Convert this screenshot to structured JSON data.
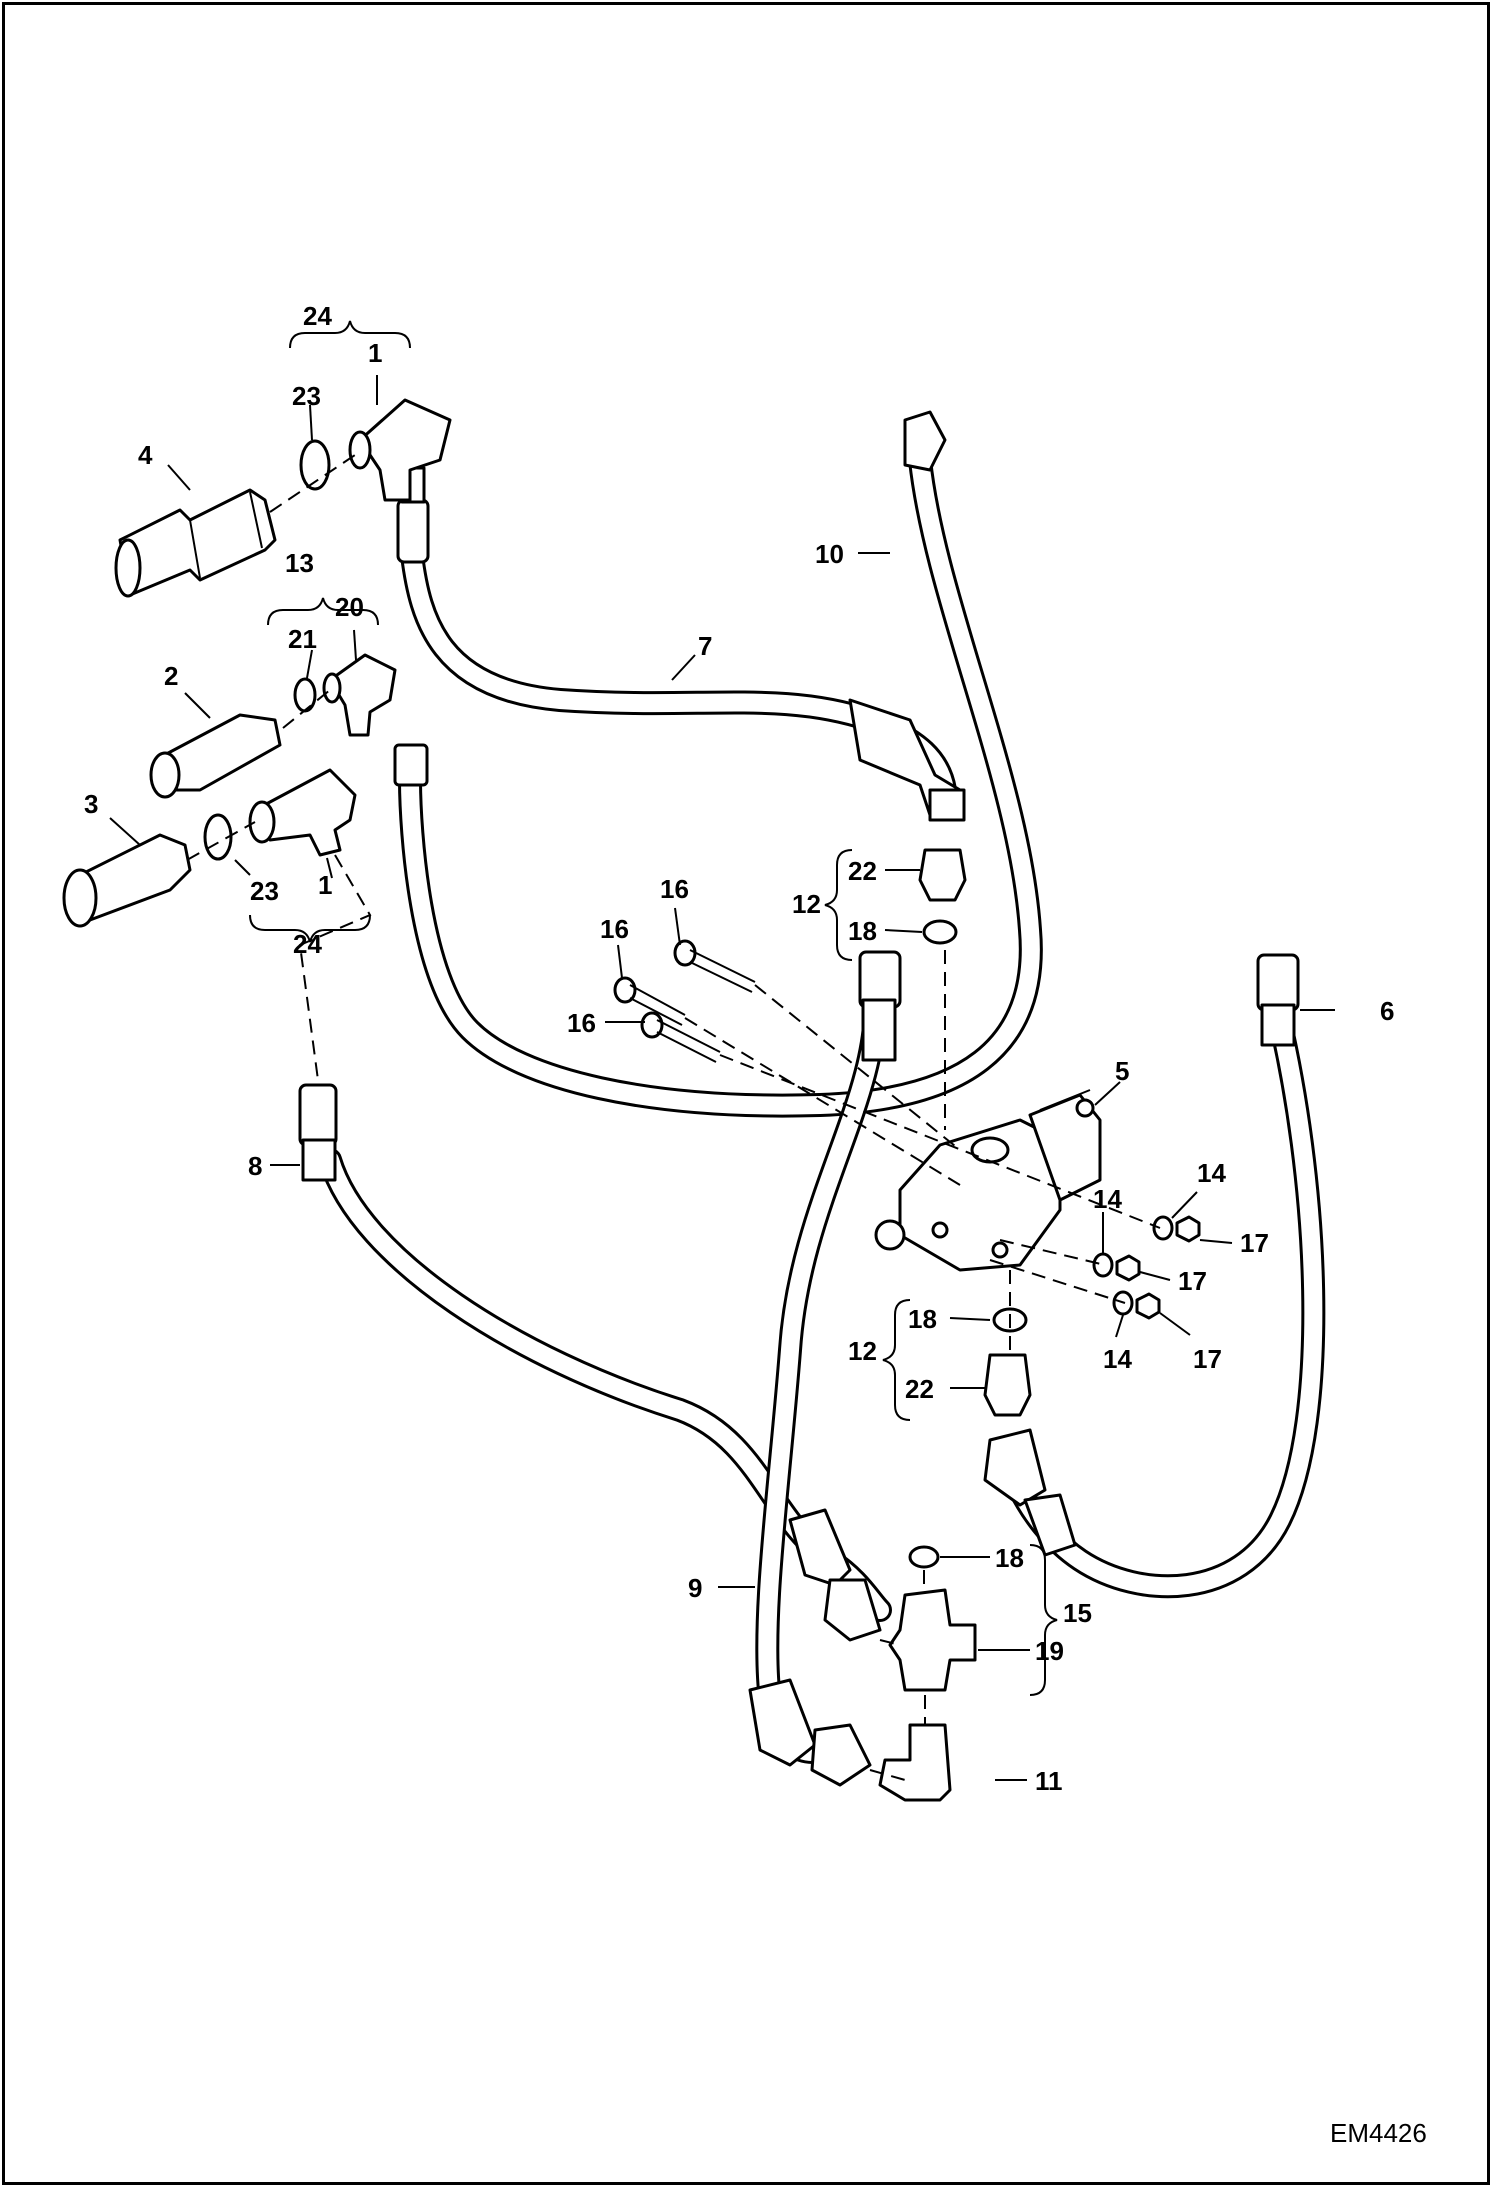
{
  "drawing": {
    "code": "EM4426"
  },
  "callouts": {
    "c1_top": "1",
    "c1_bot": "1",
    "c2": "2",
    "c3": "3",
    "c4": "4",
    "c5": "5",
    "c6": "6",
    "c7": "7",
    "c8": "8",
    "c9": "9",
    "c10": "10",
    "c11": "11",
    "c12_top": "12",
    "c12_bot": "12",
    "c13": "13",
    "c14_a": "14",
    "c14_b": "14",
    "c14_c": "14",
    "c15": "15",
    "c16_a": "16",
    "c16_b": "16",
    "c16_c": "16",
    "c17_a": "17",
    "c17_b": "17",
    "c17_c": "17",
    "c18_a": "18",
    "c18_b": "18",
    "c18_c": "18",
    "c19": "19",
    "c20": "20",
    "c21": "21",
    "c22_a": "22",
    "c22_b": "22",
    "c23_top": "23",
    "c23_bot": "23",
    "c24_top": "24",
    "c24_bot": "24"
  }
}
